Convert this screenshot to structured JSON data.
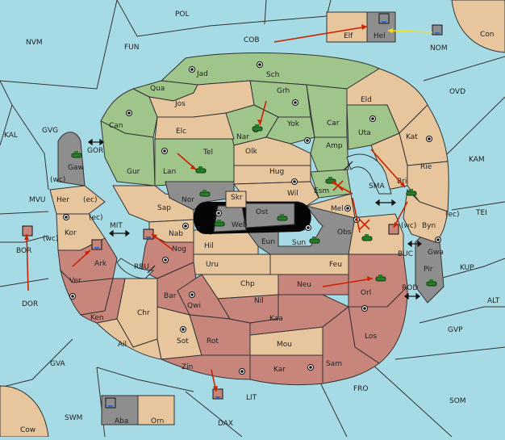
{
  "colors": {
    "sea": "#a6dbe6",
    "tan": "#e7c69d",
    "green": "#9fc58a",
    "red": "#c8857b",
    "gray": "#8e8e8e",
    "black": "#050505",
    "order_arrow": "#cc2200",
    "support_arrow": "#f0e020"
  },
  "unit_icons": [
    "tank-icon",
    "ship-icon",
    "supply-center-icon"
  ],
  "sea_labels": [
    "POL",
    "NVM",
    "FUN",
    "COB",
    "Con",
    "NOM",
    "OVD",
    "KAL",
    "GVG",
    "KAM",
    "TEI",
    "KUP",
    "ALT",
    "GVP",
    "FRO",
    "SOM",
    "GVA",
    "SWM",
    "DAX",
    "Cow",
    "LIT",
    "DOR",
    "MVU",
    "BOR",
    "SMA",
    "MIT",
    "GOR",
    "RBU",
    "BUC",
    "ROD",
    "(wc)",
    "(ec)",
    "(ec)",
    "(wc)",
    "(ec)",
    "(wc)"
  ],
  "land_labels": [
    "Jad",
    "Sch",
    "Qua",
    "Jos",
    "Grh",
    "Eld",
    "Can",
    "Nar",
    "Yok",
    "Car",
    "Elc",
    "Uta",
    "Kat",
    "Tel",
    "Olk",
    "Amp",
    "Gaw",
    "Gur",
    "Lan",
    "Hug",
    "Rie",
    "Bri",
    "Esm",
    "Nor",
    "Skr",
    "Ost",
    "Wil",
    "Sap",
    "Web",
    "Mel",
    "Her",
    "Byn",
    "Kor",
    "Nab",
    "Eun",
    "Obs",
    "Hil",
    "Sun",
    "Gwa",
    "Ark",
    "Nog",
    "Uru",
    "Feu",
    "Pir",
    "Ver",
    "Chp",
    "Neu",
    "Bar",
    "Qwi",
    "Nil",
    "Orl",
    "Ken",
    "Chr",
    "Kaa",
    "Ail",
    "Sot",
    "Rot",
    "Mou",
    "Los",
    "Zin",
    "Kar",
    "Sam",
    "Elf",
    "Hel",
    "Aba",
    "Orn"
  ]
}
